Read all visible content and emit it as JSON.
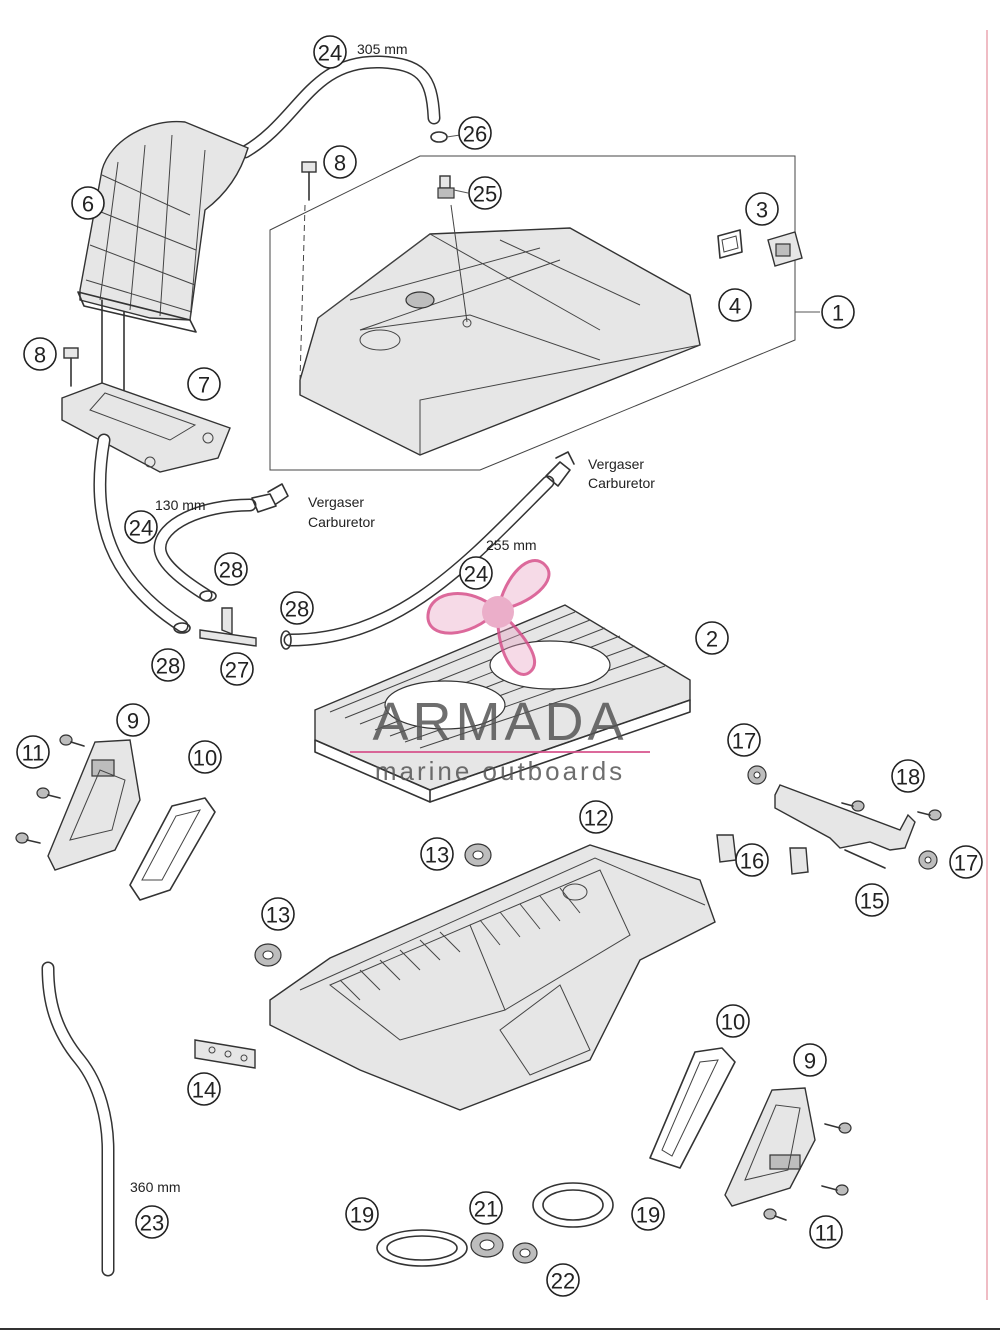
{
  "watermark": {
    "brand": "ARMADA",
    "tagline": "marine outboards",
    "accent": "#e8a0c0",
    "line": "#d64f8a"
  },
  "notes": {
    "len_305": "305 mm",
    "len_130": "130 mm",
    "len_255": "255 mm",
    "len_360": "360 mm",
    "carb_de_1": "Vergaser",
    "carb_en_1": "Carburetor",
    "carb_de_2": "Vergaser",
    "carb_en_2": "Carburetor"
  },
  "callouts": {
    "c1": "1",
    "c2": "2",
    "c3": "3",
    "c4": "4",
    "c6": "6",
    "c7": "7",
    "c8a": "8",
    "c8b": "8",
    "c9a": "9",
    "c9b": "9",
    "c10a": "10",
    "c10b": "10",
    "c11a": "11",
    "c11b": "11",
    "c12": "12",
    "c13a": "13",
    "c13b": "13",
    "c14": "14",
    "c15": "15",
    "c16": "16",
    "c17a": "17",
    "c17b": "17",
    "c18": "18",
    "c19a": "19",
    "c19b": "19",
    "c21": "21",
    "c22": "22",
    "c23": "23",
    "c24a": "24",
    "c24b": "24",
    "c24c": "24",
    "c25": "25",
    "c26": "26",
    "c27": "27",
    "c28a": "28",
    "c28b": "28",
    "c28c": "28"
  }
}
